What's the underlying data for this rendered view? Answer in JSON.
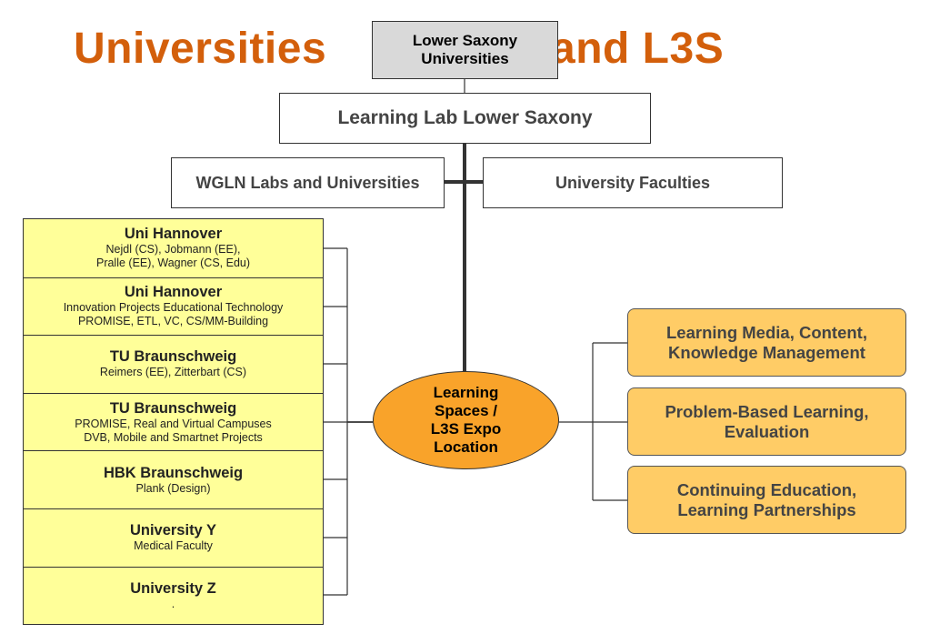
{
  "title": {
    "part1": "Universities",
    "part2": "and L3S"
  },
  "top_box": {
    "line1": "Lower Saxony",
    "line2": "Universities"
  },
  "learning_lab": "Learning Lab Lower Saxony",
  "wgln": "WGLN Labs and Universities",
  "faculties": "University Faculties",
  "universities": [
    {
      "name": "Uni Hannover",
      "detail": "Nejdl (CS), Jobmann (EE),\nPralle (EE), Wagner (CS, Edu)"
    },
    {
      "name": "Uni Hannover",
      "detail": "Innovation Projects Educational Technology\nPROMISE, ETL, VC, CS/MM-Building"
    },
    {
      "name": "TU Braunschweig",
      "detail": "Reimers (EE), Zitterbart (CS)"
    },
    {
      "name": "TU Braunschweig",
      "detail": "PROMISE, Real and Virtual Campuses\nDVB, Mobile and Smartnet Projects"
    },
    {
      "name": "HBK Braunschweig",
      "detail": "Plank (Design)"
    },
    {
      "name": "University Y",
      "detail": "Medical Faculty"
    },
    {
      "name": "University Z",
      "detail": "."
    }
  ],
  "center": "Learning\nSpaces /\nL3S Expo\nLocation",
  "topics": [
    "Learning Media, Content,\nKnowledge Management",
    "Problem-Based Learning,\nEvaluation",
    "Continuing Education,\nLearning Partnerships"
  ],
  "colors": {
    "title": "#D35F0B",
    "uni_fill": "#FFFF99",
    "center_fill": "#F9A32A",
    "topic_fill": "#FFCC66",
    "top_box_fill": "#D9D9D9"
  }
}
